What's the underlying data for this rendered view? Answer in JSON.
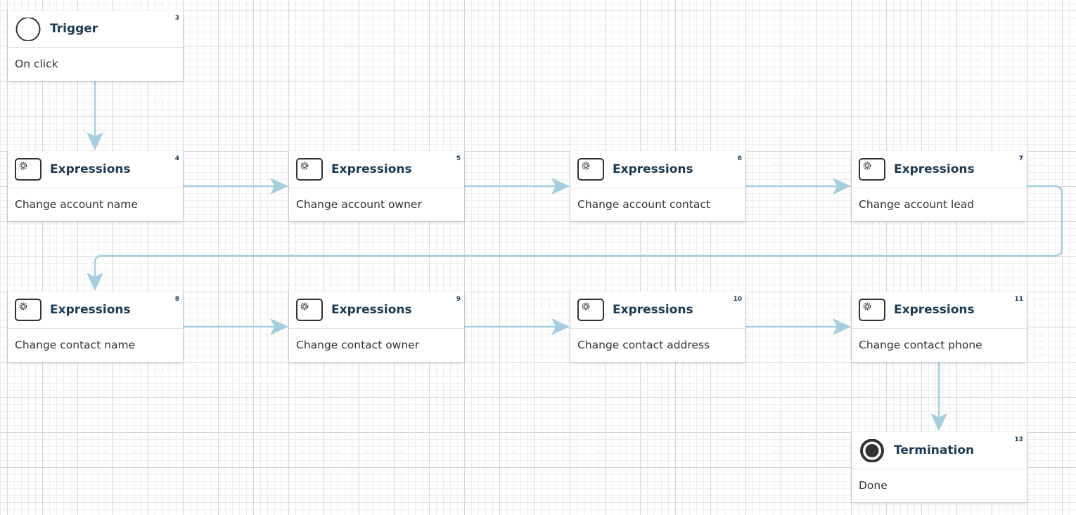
{
  "canvas": {
    "connector_color": "#a3cfe0",
    "title_color": "#1b3a55",
    "icon_color": "#333333"
  },
  "nodes": [
    {
      "id": "3",
      "type": "Trigger",
      "icon": "trigger-circle-icon",
      "description": "On click"
    },
    {
      "id": "4",
      "type": "Expressions",
      "icon": "gear-icon",
      "description": "Change account name"
    },
    {
      "id": "5",
      "type": "Expressions",
      "icon": "gear-icon",
      "description": "Change account owner"
    },
    {
      "id": "6",
      "type": "Expressions",
      "icon": "gear-icon",
      "description": "Change account contact"
    },
    {
      "id": "7",
      "type": "Expressions",
      "icon": "gear-icon",
      "description": "Change account lead"
    },
    {
      "id": "8",
      "type": "Expressions",
      "icon": "gear-icon",
      "description": "Change contact name"
    },
    {
      "id": "9",
      "type": "Expressions",
      "icon": "gear-icon",
      "description": "Change contact owner"
    },
    {
      "id": "10",
      "type": "Expressions",
      "icon": "gear-icon",
      "description": "Change contact address"
    },
    {
      "id": "11",
      "type": "Expressions",
      "icon": "gear-icon",
      "description": "Change contact phone"
    },
    {
      "id": "12",
      "type": "Termination",
      "icon": "termination-icon",
      "description": "Done"
    }
  ],
  "connections": [
    {
      "from": "3",
      "to": "4"
    },
    {
      "from": "4",
      "to": "5"
    },
    {
      "from": "5",
      "to": "6"
    },
    {
      "from": "6",
      "to": "7"
    },
    {
      "from": "7",
      "to": "8"
    },
    {
      "from": "8",
      "to": "9"
    },
    {
      "from": "9",
      "to": "10"
    },
    {
      "from": "10",
      "to": "11"
    },
    {
      "from": "11",
      "to": "12"
    }
  ]
}
